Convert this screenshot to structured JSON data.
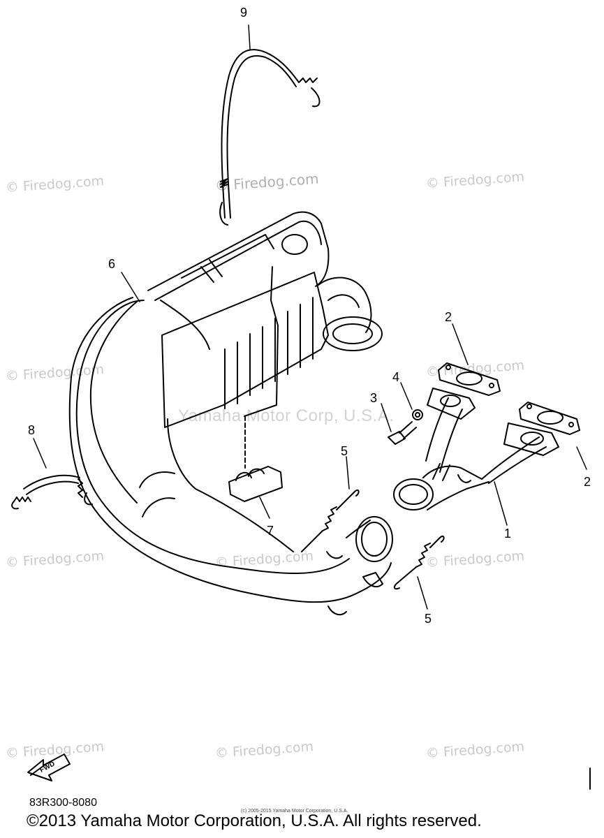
{
  "watermarks": {
    "firedog": "© Firedog.com",
    "yamaha": "Yamaha Motor Corp, U.S.A."
  },
  "callouts": {
    "c1": "1",
    "c2a": "2",
    "c2b": "2",
    "c3": "3",
    "c4": "4",
    "c5a": "5",
    "c5b": "5",
    "c6": "6",
    "c7": "7",
    "c8": "8",
    "c9": "9"
  },
  "fwd_label": "FWD",
  "diagram_code": "83R300-8080",
  "small_copyright": "(c) 2005-2015 Yamaha Motor Corporation, U.S.A.",
  "footer_copyright": "©2013 Yamaha Motor Corporation, U.S.A. All rights reserved."
}
